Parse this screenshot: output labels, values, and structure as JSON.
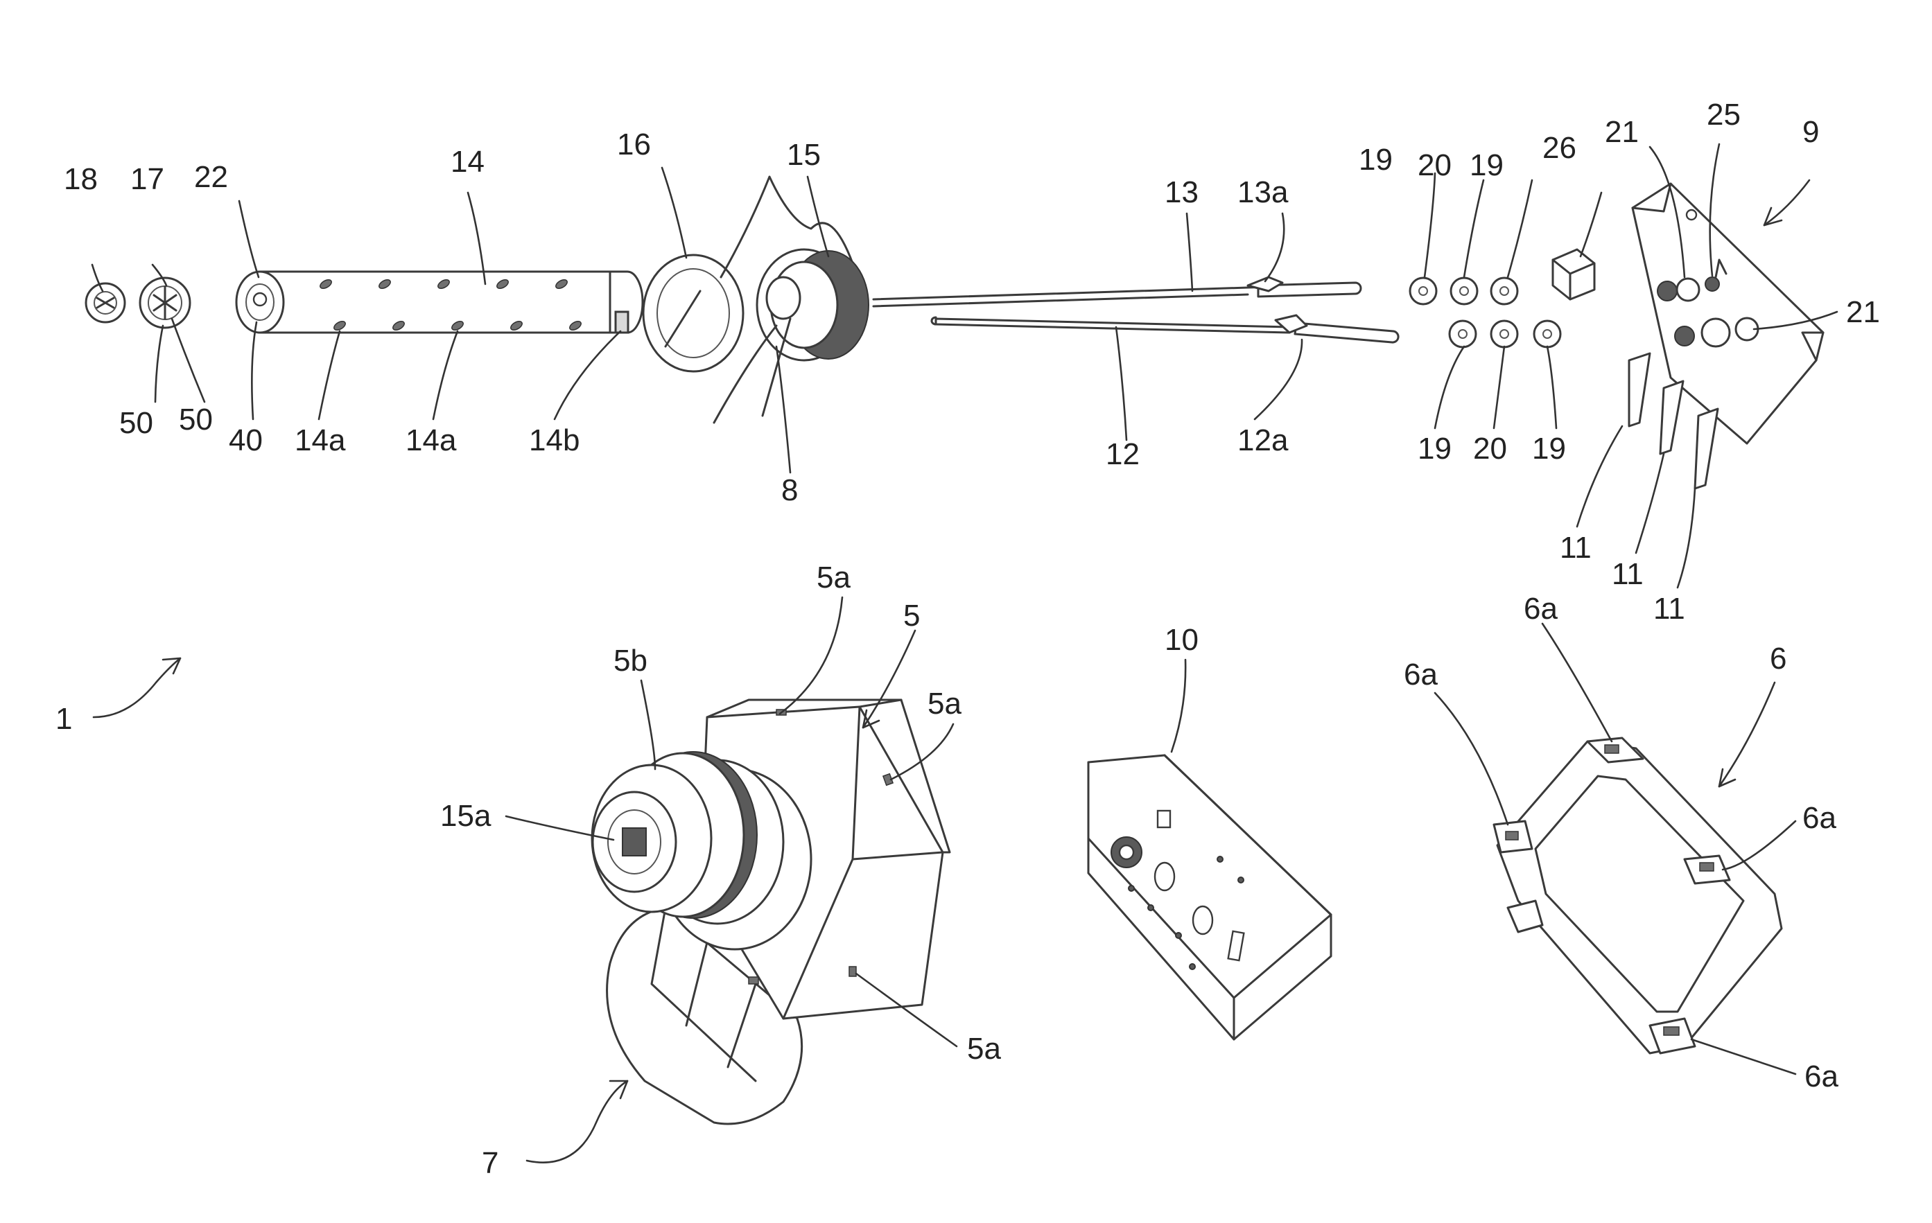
{
  "figure": {
    "labels": [
      "18",
      "17",
      "22",
      "14",
      "16",
      "15",
      "13",
      "13a",
      "19",
      "20",
      "19",
      "26",
      "21",
      "25",
      "9",
      "21",
      "50",
      "50",
      "40",
      "14a",
      "14a",
      "14b",
      "8",
      "12",
      "12a",
      "19",
      "20",
      "19",
      "11",
      "11",
      "11",
      "1",
      "5a",
      "5",
      "5b",
      "5a",
      "15a",
      "5a",
      "7",
      "10",
      "6a",
      "6a",
      "6",
      "6a",
      "6a"
    ]
  }
}
